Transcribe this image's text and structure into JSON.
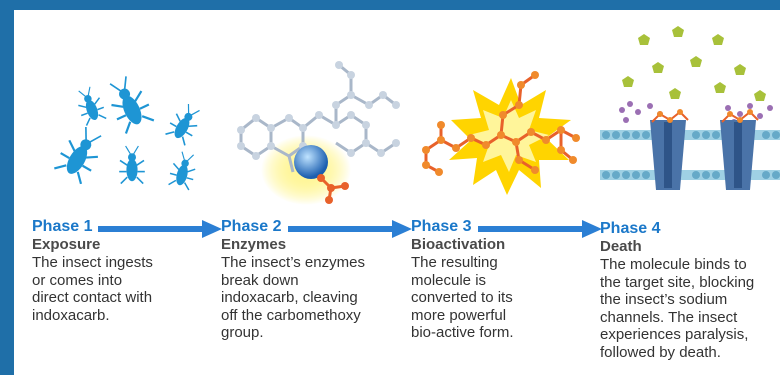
{
  "colors": {
    "frame": "#1f6fa8",
    "phase_heading": "#1b78c9",
    "arrow": "#2b7fd4",
    "insect": "#1e95d4",
    "molecule_grey": "#a9b7c9",
    "molecule_orange": "#e8612a",
    "burst": "#ffd400",
    "channel": "#4a73a8",
    "membrane": "#66a9c8",
    "pentagon": "#a8c13a",
    "particle": "#9b6fb3"
  },
  "phases": [
    {
      "heading": "Phase 1",
      "title": "Exposure",
      "lines": [
        "The insect ingests",
        "or comes into",
        "direct contact with",
        "indoxacarb."
      ],
      "icon": "insects-icon"
    },
    {
      "heading": "Phase 2",
      "title": "Enzymes",
      "lines": [
        "The insect’s enzymes",
        "break down",
        "indoxacarb, cleaving",
        "off the carbomethoxy",
        "group."
      ],
      "icon": "enzyme-molecule-icon"
    },
    {
      "heading": "Phase 3",
      "title": "Bioactivation",
      "lines": [
        "The resulting",
        "molecule is",
        "converted to its",
        "more powerful",
        "bio-active form."
      ],
      "icon": "bioactive-molecule-icon"
    },
    {
      "heading": "Phase 4",
      "title": "Death",
      "lines": [
        "The molecule binds to",
        "the target site, blocking",
        "the insect’s sodium",
        "channels. The insect",
        "experiences paralysis,",
        "followed by death."
      ],
      "icon": "sodium-channel-icon"
    }
  ]
}
